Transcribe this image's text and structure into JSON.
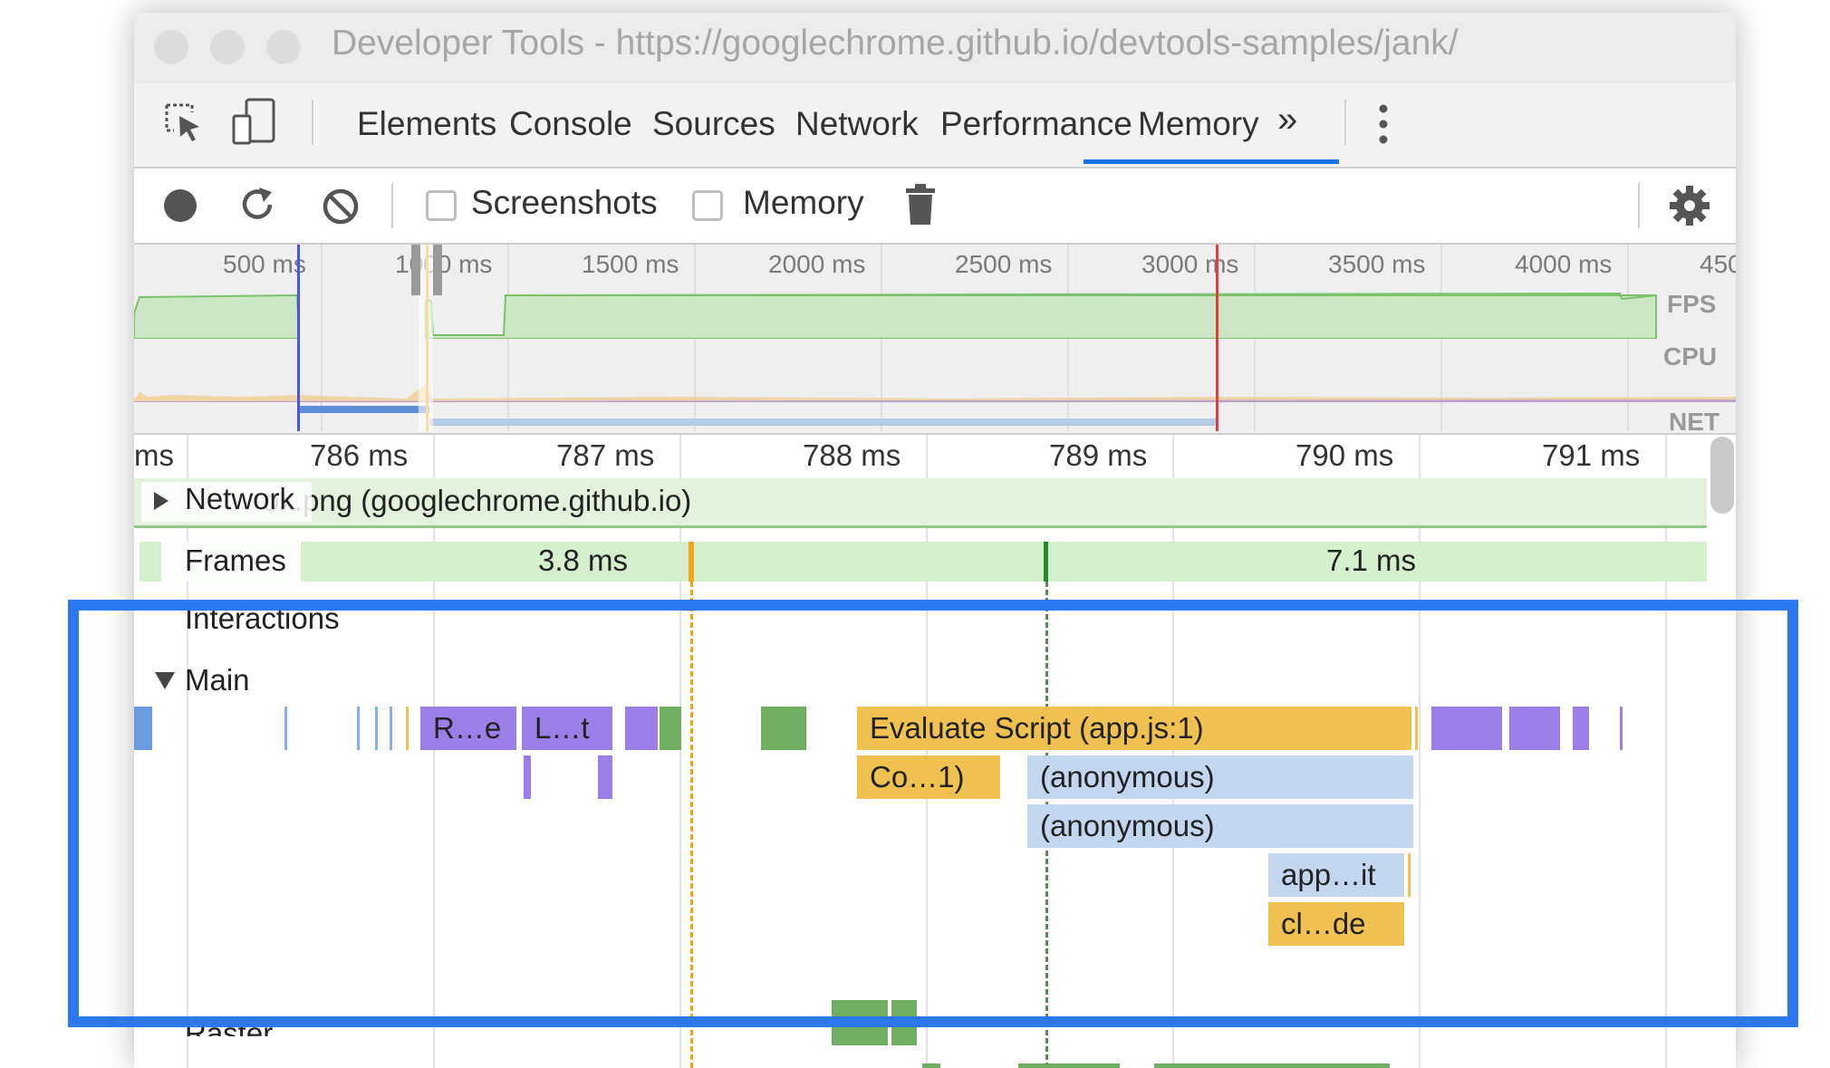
{
  "window": {
    "title": "Developer Tools - https://googlechrome.github.io/devtools-samples/jank/"
  },
  "tabs": {
    "elements": "Elements",
    "console": "Console",
    "sources": "Sources",
    "network": "Network",
    "performance": "Performance",
    "memory": "Memory",
    "more": "»",
    "active": "Performance"
  },
  "toolbar": {
    "screenshots_label": "Screenshots",
    "memory_label": "Memory",
    "screenshots_checked": false,
    "memory_checked": false
  },
  "overview": {
    "ticks": [
      "500 ms",
      "1000 ms",
      "1500 ms",
      "2000 ms",
      "2500 ms",
      "3000 ms",
      "3500 ms",
      "4000 ms",
      "450"
    ],
    "labels": {
      "fps": "FPS",
      "cpu": "CPU",
      "net": "NET"
    }
  },
  "ruler": [
    "ms",
    "786 ms",
    "787 ms",
    "788 ms",
    "789 ms",
    "790 ms",
    "791 ms"
  ],
  "tracks": {
    "network_label": "Network",
    "network_request": "ox.png (googlechrome.github.io)",
    "frames_label": "Frames",
    "frame_1": "3.8 ms",
    "frame_2": "7.1 ms",
    "interactions_label": "Interactions",
    "main_label": "Main",
    "raster_label": "Raster"
  },
  "main_events": {
    "recalc_style": "R…e",
    "layout": "L…t",
    "evaluate_script": "Evaluate Script (app.js:1)",
    "compile": "Co…1)",
    "anonymous_1": "(anonymous)",
    "anonymous_2": "(anonymous)",
    "app_init": "app…it",
    "class_decode": "cl…de"
  },
  "colors": {
    "highlight": "#2b78f0",
    "active_tab": "#1a73e8",
    "rendering": "#9b7fe6",
    "scripting": "#f0c050",
    "painting": "#6fad63",
    "frames": "#d6efcf",
    "network_bar": "#e4f1dd"
  }
}
